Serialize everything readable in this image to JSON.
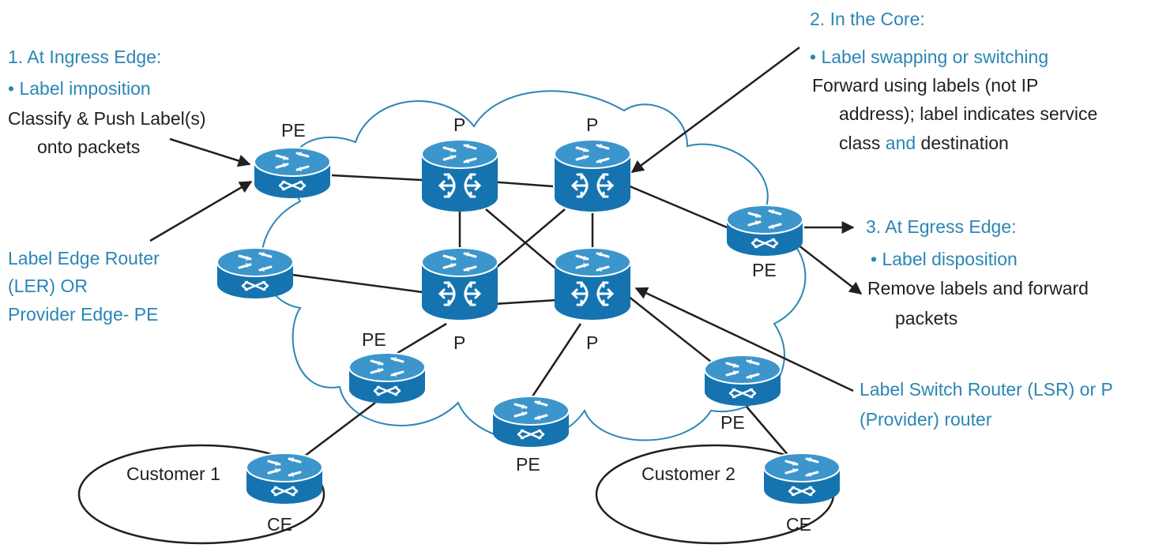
{
  "colors": {
    "accent_text": "#2b86b4",
    "router_body": "#1574b0",
    "router_top": "#3c96cc",
    "line": "#231f20"
  },
  "annotations": {
    "ingress": {
      "title": "1. At Ingress Edge:",
      "bullet": "• Label imposition",
      "line1": "Classify & Push Label(s)",
      "line2": "onto packets"
    },
    "core": {
      "title": "2. In the Core:",
      "bullet": "• Label swapping or switching",
      "line1": "Forward using labels (not IP",
      "line2": "address); label indicates service",
      "line3_a": "class ",
      "line3_b": "and",
      "line3_c": " destination"
    },
    "egress": {
      "title": "3. At Egress Edge:",
      "bullet": "• Label disposition",
      "line1": "Remove labels and forward",
      "line2": "packets"
    },
    "ler": {
      "line1": "Label Edge Router",
      "line2": "(LER) OR",
      "line3": "Provider Edge- PE"
    },
    "lsr": {
      "line1": "Label Switch Router (LSR) or P",
      "line2": "(Provider) router"
    }
  },
  "device_labels": {
    "pe_top": "PE",
    "p_top_left": "P",
    "p_top_right": "P",
    "p_bottom_left": "P",
    "p_bottom_right": "P",
    "pe_right": "PE",
    "pe_bottom_left": "PE",
    "pe_bottom_center": "PE",
    "pe_bottom_right": "PE",
    "customer1": "Customer 1",
    "customer2": "Customer 2",
    "ce_left": "CE",
    "ce_right": "CE"
  },
  "icons": {
    "edge_router": "edge-router-icon",
    "core_switch": "label-switch-router-icon"
  }
}
